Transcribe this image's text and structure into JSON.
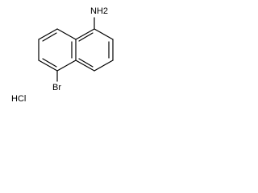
{
  "molecule": {
    "substituents": {
      "amine": "NH2",
      "bromo": "Br"
    },
    "counter_ion": "HCl",
    "text_color": "#000000",
    "bond_color": "#000000",
    "background": "#ffffff"
  }
}
